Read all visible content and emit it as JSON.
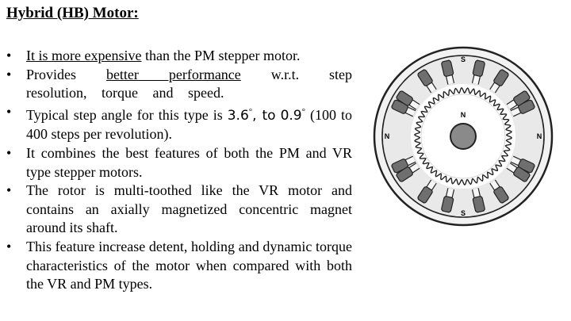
{
  "title": "Hybrid (HB) Motor:",
  "bullets": {
    "b1": {
      "underlined": "It is more expensive",
      "rest": "than the PM stepper motor."
    },
    "b2": {
      "pre": "Provides",
      "underlined": "better performance",
      "post": "w.r.t. step resolution, torque and speed."
    },
    "b3": {
      "pre": "Typical step angle for this type is",
      "angle1": "3.6",
      "mid": ", to",
      "angle2": "0.9",
      "post": "(100 to 400 steps per revolution)."
    },
    "b4": "It combines the best features of both the PM and VR type stepper motors.",
    "b5": "The rotor is multi-toothed like the VR motor and contains an axially magnetized concentric magnet around its shaft.",
    "b6": "This feature increase detent, holding and dynamic torque characteristics of the motor when compared with both the VR and PM types."
  },
  "figure": {
    "pole_labels": {
      "top": "S",
      "bottom": "S",
      "left": "N",
      "right": "N",
      "center": "N"
    },
    "colors": {
      "stator": "#e9e9e9",
      "magnet": "#6f6f6f",
      "shaft": "#8a8a8a",
      "outline": "#222222"
    }
  }
}
